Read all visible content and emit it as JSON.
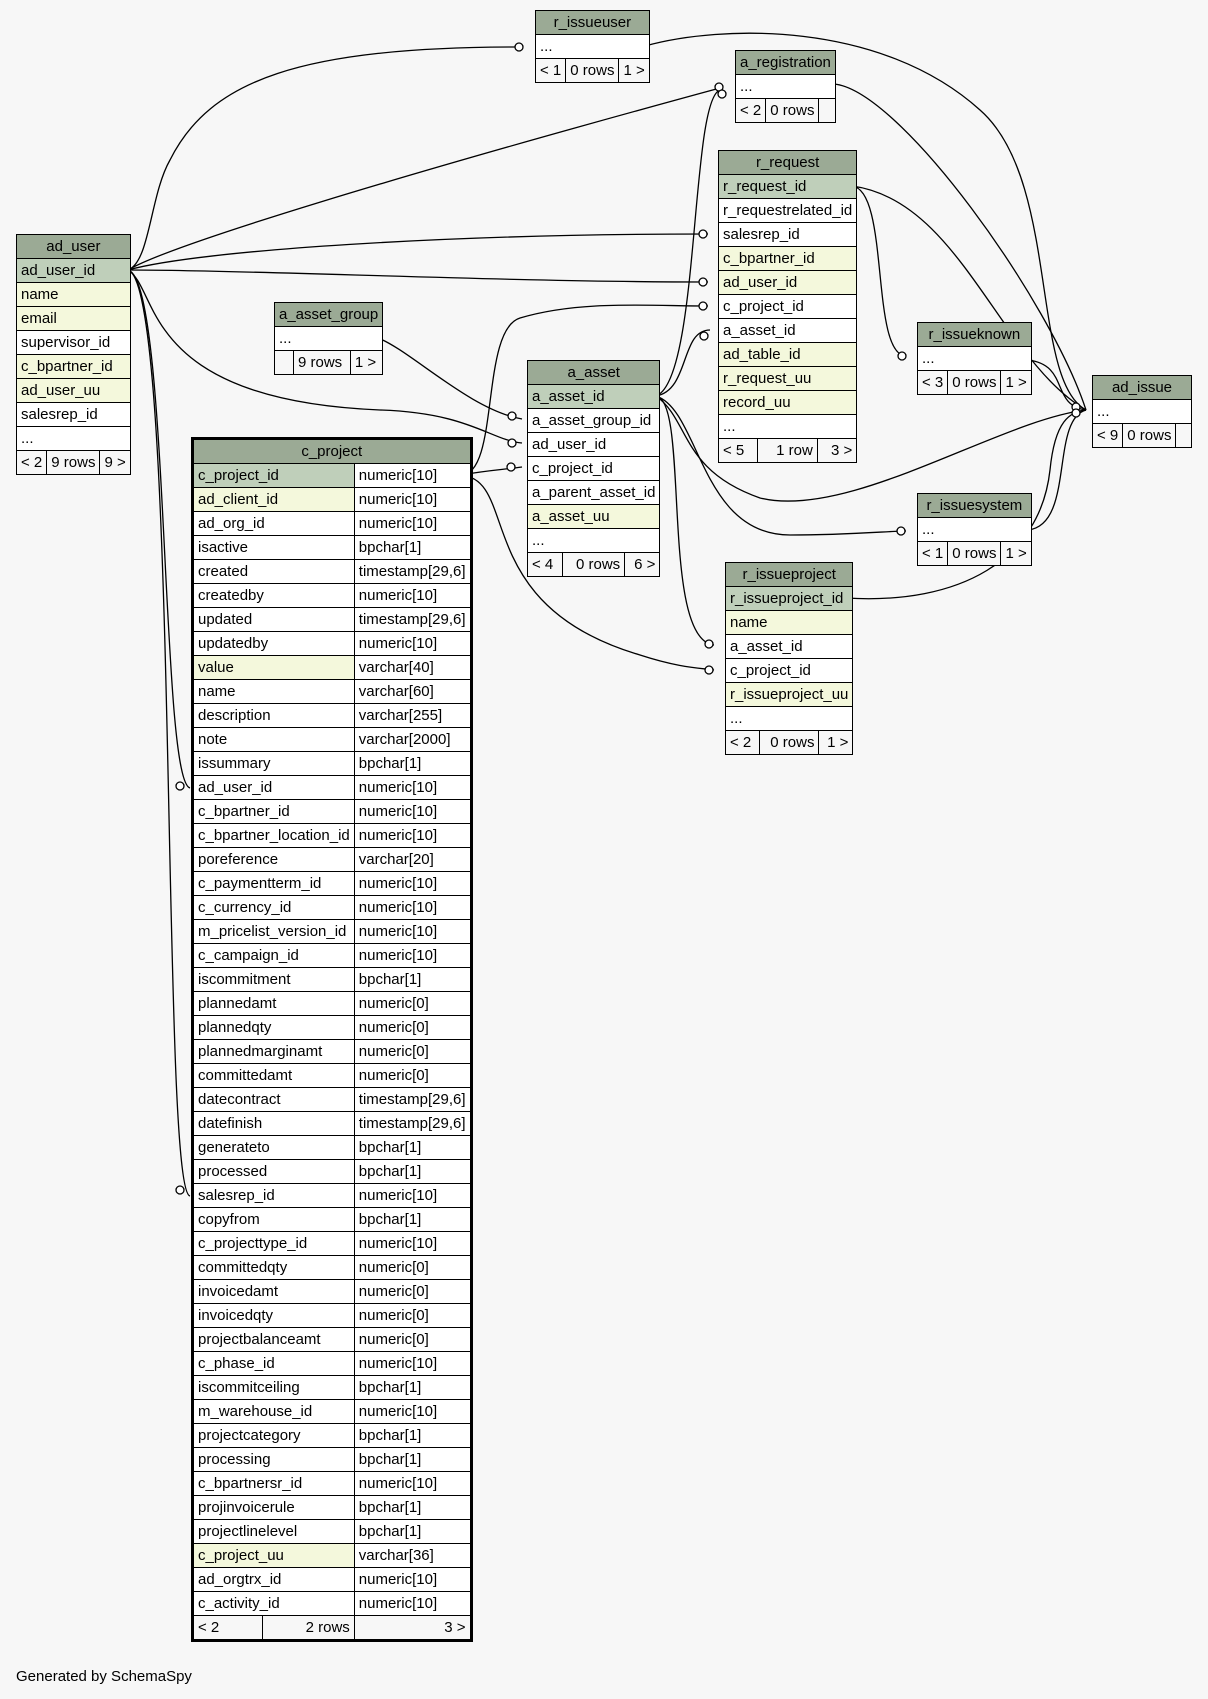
{
  "footer": "Generated by SchemaSpy",
  "tables": {
    "r_issueuser": {
      "title": "r_issueuser",
      "rows": [
        "..."
      ],
      "foot": [
        "< 1",
        "0 rows",
        "1 >"
      ]
    },
    "a_registration": {
      "title": "a_registration",
      "rows": [
        "..."
      ],
      "foot": [
        "< 2",
        "0 rows",
        ""
      ]
    },
    "r_request": {
      "title": "r_request",
      "rows": [
        "r_request_id",
        "r_requestrelated_id",
        "salesrep_id",
        "c_bpartner_id",
        "ad_user_id",
        "c_project_id",
        "a_asset_id",
        "ad_table_id",
        "r_request_uu",
        "record_uu",
        "..."
      ],
      "foot": [
        "< 5",
        "1 row",
        "3 >"
      ]
    },
    "ad_user": {
      "title": "ad_user",
      "rows": [
        "ad_user_id",
        "name",
        "email",
        "supervisor_id",
        "c_bpartner_id",
        "ad_user_uu",
        "salesrep_id",
        "..."
      ],
      "foot": [
        "< 2",
        "9 rows",
        "9 >"
      ]
    },
    "a_asset_group": {
      "title": "a_asset_group",
      "rows": [
        "..."
      ],
      "foot": [
        "",
        "9 rows",
        "1 >"
      ]
    },
    "a_asset": {
      "title": "a_asset",
      "rows": [
        "a_asset_id",
        "a_asset_group_id",
        "ad_user_id",
        "c_project_id",
        "a_parent_asset_id",
        "a_asset_uu",
        "..."
      ],
      "foot": [
        "< 4",
        "0 rows",
        "6 >"
      ]
    },
    "r_issueknown": {
      "title": "r_issueknown",
      "rows": [
        "..."
      ],
      "foot": [
        "< 3",
        "0 rows",
        "1 >"
      ]
    },
    "ad_issue": {
      "title": "ad_issue",
      "rows": [
        "..."
      ],
      "foot": [
        "< 9",
        "0 rows",
        ""
      ]
    },
    "r_issuesystem": {
      "title": "r_issuesystem",
      "rows": [
        "..."
      ],
      "foot": [
        "< 1",
        "0 rows",
        "1 >"
      ]
    },
    "r_issueproject": {
      "title": "r_issueproject",
      "rows": [
        "r_issueproject_id",
        "name",
        "a_asset_id",
        "c_project_id",
        "r_issueproject_uu",
        "..."
      ],
      "foot": [
        "< 2",
        "0 rows",
        "1 >"
      ]
    },
    "c_project": {
      "title": "c_project",
      "rows": [
        [
          "c_project_id",
          "numeric[10]"
        ],
        [
          "ad_client_id",
          "numeric[10]"
        ],
        [
          "ad_org_id",
          "numeric[10]"
        ],
        [
          "isactive",
          "bpchar[1]"
        ],
        [
          "created",
          "timestamp[29,6]"
        ],
        [
          "createdby",
          "numeric[10]"
        ],
        [
          "updated",
          "timestamp[29,6]"
        ],
        [
          "updatedby",
          "numeric[10]"
        ],
        [
          "value",
          "varchar[40]"
        ],
        [
          "name",
          "varchar[60]"
        ],
        [
          "description",
          "varchar[255]"
        ],
        [
          "note",
          "varchar[2000]"
        ],
        [
          "issummary",
          "bpchar[1]"
        ],
        [
          "ad_user_id",
          "numeric[10]"
        ],
        [
          "c_bpartner_id",
          "numeric[10]"
        ],
        [
          "c_bpartner_location_id",
          "numeric[10]"
        ],
        [
          "poreference",
          "varchar[20]"
        ],
        [
          "c_paymentterm_id",
          "numeric[10]"
        ],
        [
          "c_currency_id",
          "numeric[10]"
        ],
        [
          "m_pricelist_version_id",
          "numeric[10]"
        ],
        [
          "c_campaign_id",
          "numeric[10]"
        ],
        [
          "iscommitment",
          "bpchar[1]"
        ],
        [
          "plannedamt",
          "numeric[0]"
        ],
        [
          "plannedqty",
          "numeric[0]"
        ],
        [
          "plannedmarginamt",
          "numeric[0]"
        ],
        [
          "committedamt",
          "numeric[0]"
        ],
        [
          "datecontract",
          "timestamp[29,6]"
        ],
        [
          "datefinish",
          "timestamp[29,6]"
        ],
        [
          "generateto",
          "bpchar[1]"
        ],
        [
          "processed",
          "bpchar[1]"
        ],
        [
          "salesrep_id",
          "numeric[10]"
        ],
        [
          "copyfrom",
          "bpchar[1]"
        ],
        [
          "c_projecttype_id",
          "numeric[10]"
        ],
        [
          "committedqty",
          "numeric[0]"
        ],
        [
          "invoicedamt",
          "numeric[0]"
        ],
        [
          "invoicedqty",
          "numeric[0]"
        ],
        [
          "projectbalanceamt",
          "numeric[0]"
        ],
        [
          "c_phase_id",
          "numeric[10]"
        ],
        [
          "iscommitceiling",
          "bpchar[1]"
        ],
        [
          "m_warehouse_id",
          "numeric[10]"
        ],
        [
          "projectcategory",
          "bpchar[1]"
        ],
        [
          "processing",
          "bpchar[1]"
        ],
        [
          "c_bpartnersr_id",
          "numeric[10]"
        ],
        [
          "projinvoicerule",
          "bpchar[1]"
        ],
        [
          "projectlinelevel",
          "bpchar[1]"
        ],
        [
          "c_project_uu",
          "varchar[36]"
        ],
        [
          "ad_orgtrx_id",
          "numeric[10]"
        ],
        [
          "c_activity_id",
          "numeric[10]"
        ]
      ],
      "foot": [
        "< 2",
        "2 rows",
        "3 >"
      ]
    }
  }
}
